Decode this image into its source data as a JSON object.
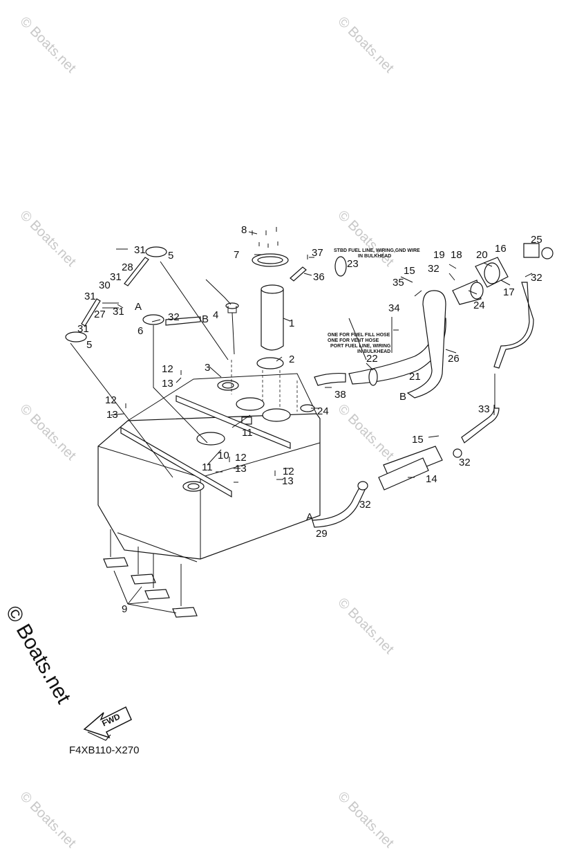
{
  "watermark": "© Boats.net",
  "brand_mark": "© Boats.net",
  "diagram_code": "F4XB110-X270",
  "fwd_label": "FWD",
  "notes": {
    "stbd_line1": "STBD FUEL LINE, WIRING,GND WIRE",
    "stbd_line2": "IN BULKHEAD",
    "port_line1": "ONE FOR FUEL FILL HOSE",
    "port_line2": "ONE FOR VENT HOSE",
    "port_line3": "PORT FUEL LINE, WIRING",
    "port_line4": "IN BULKHEAD"
  },
  "connectors": {
    "a": "A",
    "b": "B"
  },
  "callouts": {
    "c1": "1",
    "c2": "2",
    "c3": "3",
    "c4": "4",
    "c5a": "5",
    "c5b": "5",
    "c6": "6",
    "c7": "7",
    "c8": "8",
    "c9": "9",
    "c10": "10",
    "c11a": "11",
    "c11b": "11",
    "c12a": "12",
    "c12b": "12",
    "c12c": "12",
    "c12d": "12",
    "c13a": "13",
    "c13b": "13",
    "c13c": "13",
    "c13d": "13",
    "c14": "14",
    "c15a": "15",
    "c15b": "15",
    "c16": "16",
    "c17": "17",
    "c18": "18",
    "c19": "19",
    "c20": "20",
    "c21": "21",
    "c22": "22",
    "c23": "23",
    "c24a": "24",
    "c24b": "24",
    "c25": "25",
    "c26": "26",
    "c27": "27",
    "c28": "28",
    "c29": "29",
    "c30": "30",
    "c31a": "31",
    "c31b": "31",
    "c31c": "31",
    "c31d": "31",
    "c32a": "32",
    "c32b": "32",
    "c32c": "32",
    "c32d": "32",
    "c32e": "32",
    "c33": "33",
    "c34": "34",
    "c35": "35",
    "c36": "36",
    "c37": "37",
    "c38": "38"
  }
}
